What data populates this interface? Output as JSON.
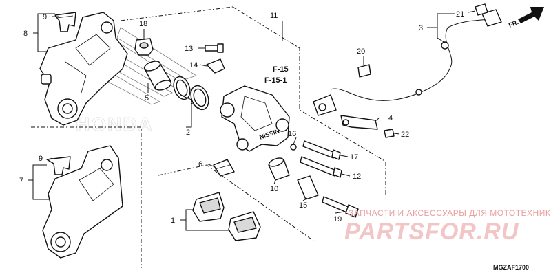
{
  "diagram": {
    "callouts": {
      "c1": "1",
      "c2": "2",
      "c3": "3",
      "c4": "4",
      "c5": "5",
      "c6": "6",
      "c7": "7",
      "c8": "8",
      "c9a": "9",
      "c9b": "9",
      "c10": "10",
      "c11": "11",
      "c12": "12",
      "c13": "13",
      "c14": "14",
      "c15": "15",
      "c16": "16",
      "c17": "17",
      "c18": "18",
      "c19": "19",
      "c20": "20",
      "c21": "21",
      "c22": "22"
    },
    "refs": {
      "ref1": "F-15",
      "ref2": "F-15-1"
    },
    "front_arrow": "FR.",
    "diagram_code": "MGZAF1700",
    "bracket_watermark": "HONDA",
    "caliper_logo": "NISSIN",
    "watermark": {
      "tagline": "ЗАПЧАСТИ И АКСЕССУАРЫ ДЛЯ МОТОТЕХНИКИ",
      "brand": "PARTSFOR.RU"
    }
  }
}
